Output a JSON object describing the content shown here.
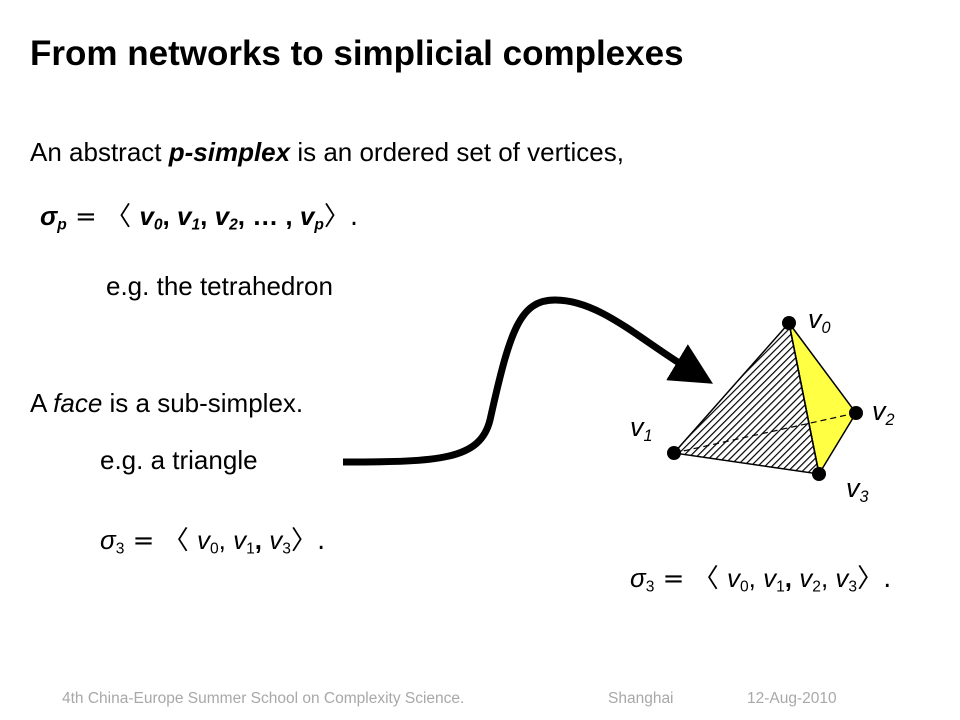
{
  "slide": {
    "title": "From networks to simplicial complexes",
    "intro": {
      "prefix": "An abstract ",
      "term": "p-simplex",
      "suffix": " is an ordered set of vertices,"
    },
    "simplex_formula": {
      "sigma": "σ",
      "sigma_sub": "p",
      "eq_open": " = 〈 ",
      "v0": "v",
      "v0_sub": "0",
      "sep1": ", ",
      "v1": "v",
      "v1_sub": "1",
      "sep2": ", ",
      "v2": "v",
      "v2_sub": "2",
      "rest": ", … , ",
      "vp": "v",
      "vp_sub": "p",
      "close": "〉."
    },
    "example_tetra": "e.g. the tetrahedron",
    "face_line": {
      "prefix": "A ",
      "term": "face",
      "suffix": " is a sub-simplex."
    },
    "example_triangle": "e.g. a triangle",
    "triangle_formula": {
      "sigma": "σ",
      "sigma_sub": "3",
      "eq_open": " = 〈 ",
      "v0": "v",
      "v0_sub": "0",
      "sep1": ", ",
      "v1": "v",
      "v1_sub": "1",
      "sep2": ", ",
      "v3": "v",
      "v3_sub": "3",
      "close": "〉."
    },
    "tetra_formula": {
      "sigma": "σ",
      "sigma_sub": "3",
      "eq_open": " = 〈 ",
      "v0": "v",
      "v0_sub": "0",
      "sep1": ", ",
      "v1": "v",
      "v1_sub": "1",
      "sep2": ", ",
      "v2": "v",
      "v2_sub": "2",
      "sep3": ", ",
      "v3": "v",
      "v3_sub": "3",
      "close": "〉."
    },
    "diagram": {
      "labels": {
        "v0": "v",
        "v0_sub": "0",
        "v1": "v",
        "v1_sub": "1",
        "v2": "v",
        "v2_sub": "2",
        "v3": "v",
        "v3_sub": "3"
      },
      "colors": {
        "yellow_face": "#ffff44",
        "hatch": "#000000",
        "edge": "#000000",
        "arrow": "#000000"
      }
    },
    "footer": {
      "event": "4th China-Europe Summer School on Complexity Science.",
      "place": "Shanghai",
      "date": "12-Aug-2010"
    }
  }
}
